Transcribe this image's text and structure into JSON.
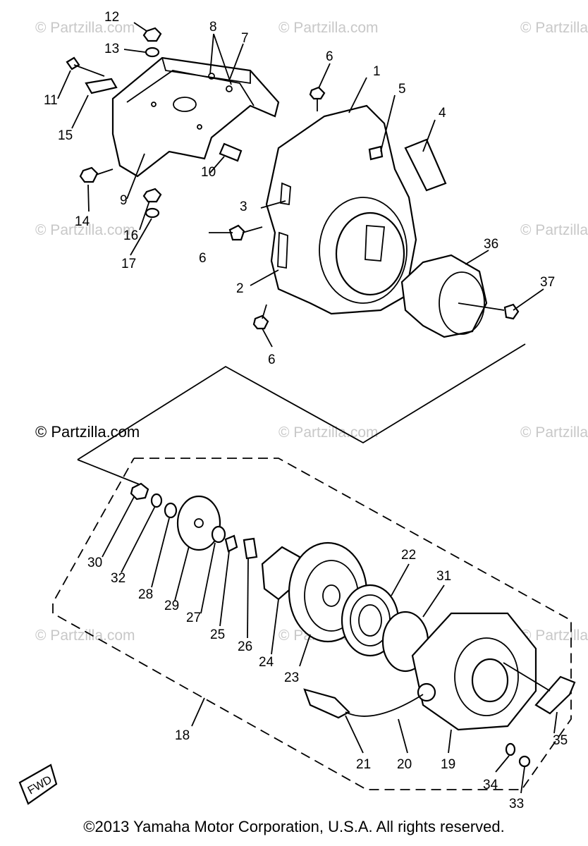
{
  "watermark": "© Partzilla.com",
  "main_watermark": "© Partzilla.com",
  "copyright": "©2013  Yamaha Motor Corporation, U.S.A. All rights reserved.",
  "fwd_label": "FWD",
  "callouts": {
    "p1": "1",
    "p2": "2",
    "p3": "3",
    "p4": "4",
    "p5": "5",
    "p6a": "6",
    "p6b": "6",
    "p6c": "6",
    "p7": "7",
    "p8": "8",
    "p9": "9",
    "p10": "10",
    "p11": "11",
    "p12": "12",
    "p13": "13",
    "p14": "14",
    "p15": "15",
    "p16": "16",
    "p17": "17",
    "p18": "18",
    "p19": "19",
    "p20": "20",
    "p21": "21",
    "p22": "22",
    "p23": "23",
    "p24": "24",
    "p25": "25",
    "p26": "26",
    "p27": "27",
    "p28": "28",
    "p29": "29",
    "p30": "30",
    "p31": "31",
    "p32": "32",
    "p33": "33",
    "p34": "34",
    "p35": "35",
    "p36": "36",
    "p37": "37"
  }
}
